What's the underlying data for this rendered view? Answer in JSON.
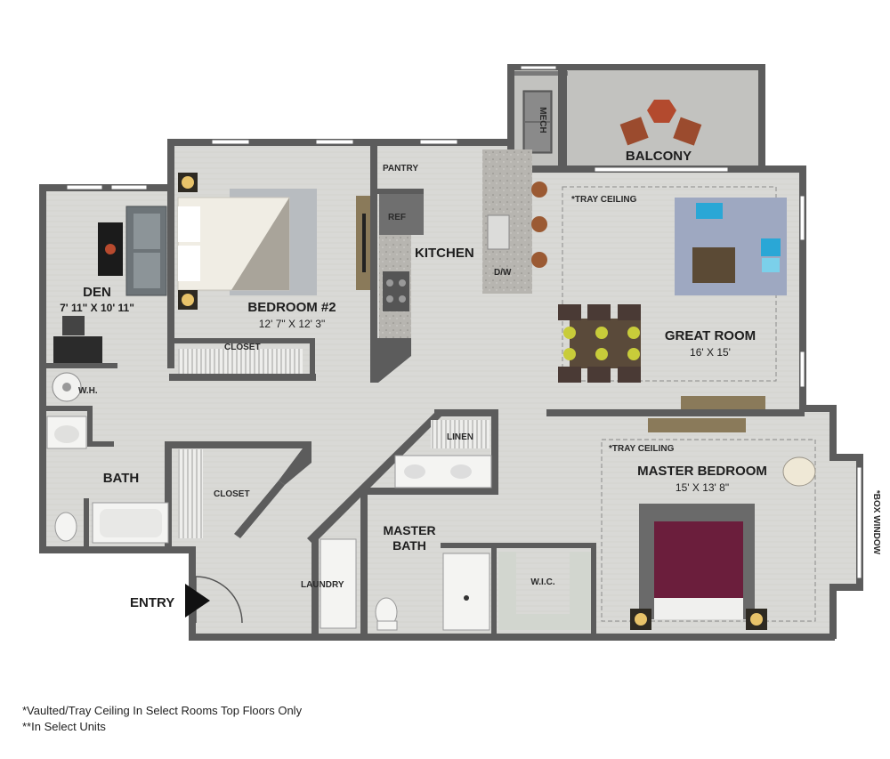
{
  "rooms": {
    "balcony": "BALCONY",
    "mech": "MECH",
    "pantry": "PANTRY",
    "ref": "REF",
    "kitchen": "KITCHEN",
    "dw": "D/W",
    "tray_ceiling_great": "*TRAY CEILING",
    "great_room": "GREAT ROOM",
    "great_room_dims": "16' X 15'",
    "den": "DEN",
    "den_dims": "7' 11\" X 10' 11\"",
    "bedroom2": "BEDROOM #2",
    "bedroom2_dims": "12' 7\" X 12' 3\"",
    "closet_bed2": "CLOSET",
    "wh": "W.H.",
    "bath": "BATH",
    "closet_hall": "CLOSET",
    "linen": "LINEN",
    "tray_ceiling_master": "*TRAY CEILING",
    "master_bedroom": "MASTER BEDROOM",
    "master_bedroom_dims": "15' X 13' 8\"",
    "box_window": "*BOX WINDOW",
    "master_bath_line1": "MASTER",
    "master_bath_line2": "BATH",
    "laundry": "LAUNDRY",
    "wic": "W.I.C.",
    "entry": "ENTRY"
  },
  "footnotes": {
    "line1": "*Vaulted/Tray Ceiling In Select Rooms Top Floors Only",
    "line2": "**In Select Units"
  },
  "colors": {
    "wall": "#5a5a5a",
    "floor": "#d8d8d5",
    "balcony_floor": "#c4c4c1",
    "counter": "#b9b7b2",
    "bed_master": "#6b1e3c",
    "accent_blue": "#2aa7d6",
    "dining_chair": "#4a3a35"
  }
}
